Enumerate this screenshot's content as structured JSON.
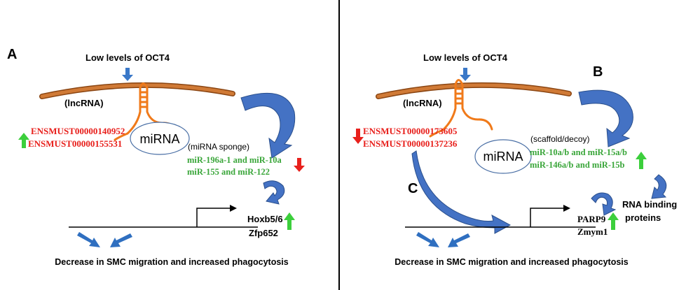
{
  "colors": {
    "membrane": "#c46a2a",
    "membrane_edge": "#8a4512",
    "lncrna": "#f07a1a",
    "blue_arrow": "#3e6db5",
    "blue_arrow_edge": "#2a4f8c",
    "down_red": "#e8201c",
    "up_green": "#3ccf3c",
    "text_red": "#e8201c",
    "text_green": "#3aa63a",
    "ellipse_edge": "#4a6fa5",
    "divider": "#000000"
  },
  "icons": {
    "up": "arrow-up-icon",
    "down": "arrow-down-icon"
  },
  "panel_a": {
    "label": "A",
    "oct4_label": "Low levels of OCT4",
    "lncrna_label": "(lncRNA)",
    "transcript_1": "ENSMUST00000140952",
    "transcript_2": "ENSMUST00000155531",
    "mirna_label": "miRNA",
    "role_label": "(miRNA sponge)",
    "mirna_line_1": "miR-196a-1 and miR-10a",
    "mirna_line_2": "miR-155 and miR-122",
    "gene_1": "Hoxb5/6",
    "gene_2": "Zfp652",
    "outcome": "Decrease in SMC migration and increased phagocytosis"
  },
  "panel_b": {
    "label": "B",
    "label_c": "C",
    "oct4_label": "Low levels of OCT4",
    "lncrna_label": "(lncRNA)",
    "transcript_1": "ENSMUST00000173605",
    "transcript_2": "ENSMUST00000137236",
    "mirna_label": "miRNA",
    "role_label": "(scaffold/decoy)",
    "mirna_line_1": "miR-10a/b and miR-15a/b",
    "mirna_line_2": "miR-146a/b and miR-15b",
    "rbp_line_1": "RNA binding",
    "rbp_line_2": "proteins",
    "gene_1": "PARP9",
    "gene_2": "Zmym1",
    "outcome": "Decrease in SMC migration and increased phagocytosis"
  }
}
